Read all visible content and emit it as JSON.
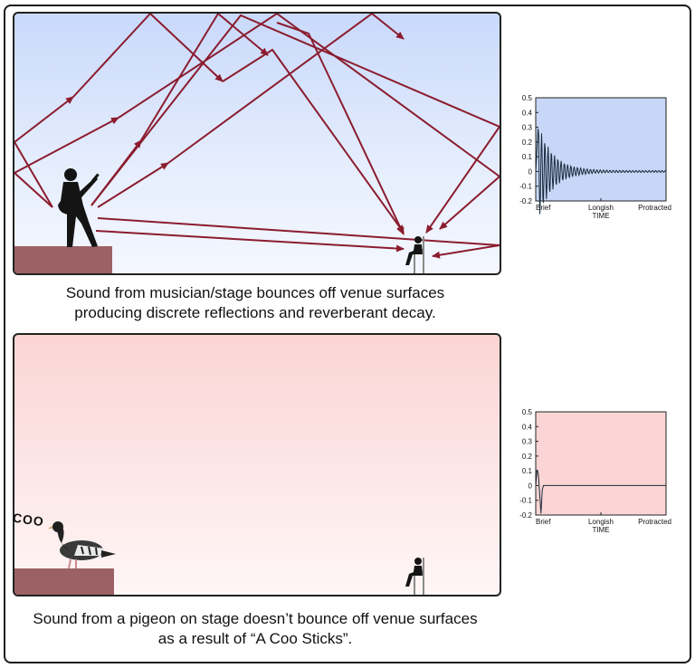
{
  "top": {
    "caption_line1": "Sound from musician/stage bounces off venue surfaces",
    "caption_line2": "producing discrete reflections and reverberant decay."
  },
  "bottom": {
    "caption_line1": "Sound from a pigeon on stage doesn’t bounce off venue surfaces",
    "caption_line2": "as a result of “A Coo Sticks”.",
    "coo_text": "COO"
  },
  "colors": {
    "arrow": "#8b1c2e",
    "stage": "#9b6164",
    "top_plot_bg": "#c8d7f7",
    "bottom_plot_bg": "#fbd5d5",
    "waveform": "#1a2a3a"
  },
  "chart_data": [
    {
      "type": "line",
      "title": "",
      "xlabel": "TIME",
      "ylabel": "",
      "xticks": [
        "Brief",
        "Longish",
        "Protracted"
      ],
      "yticks": [
        "0.5",
        "0.4",
        "0.3",
        "0.2",
        "0.1",
        "0",
        "-0.1",
        "-0.2"
      ],
      "ylim": [
        -0.2,
        0.5
      ],
      "xlim": [
        0,
        1
      ],
      "series": [
        {
          "x": [
            0.0,
            0.02,
            0.04,
            0.06,
            0.08,
            0.1,
            0.12,
            0.14,
            0.16,
            0.18,
            0.2,
            0.22,
            0.25,
            0.28,
            0.31,
            0.34,
            0.37,
            0.4,
            0.45,
            0.5,
            0.55,
            0.6,
            0.7,
            0.8,
            0.9,
            1.0
          ],
          "y": [
            0.0,
            0.32,
            -0.16,
            0.11,
            -0.13,
            0.09,
            -0.1,
            0.07,
            -0.08,
            0.06,
            -0.06,
            0.05,
            -0.04,
            0.04,
            -0.03,
            0.03,
            -0.025,
            0.02,
            -0.02,
            0.015,
            -0.015,
            0.012,
            -0.01,
            0.01,
            -0.008,
            0.006
          ]
        }
      ]
    },
    {
      "type": "line",
      "title": "",
      "xlabel": "TIME",
      "ylabel": "",
      "xticks": [
        "Brief",
        "Longish",
        "Protracted"
      ],
      "yticks": [
        "0.5",
        "0.4",
        "0.3",
        "0.2",
        "0.1",
        "0",
        "-0.1",
        "-0.2"
      ],
      "ylim": [
        -0.2,
        0.5
      ],
      "xlim": [
        0,
        1
      ],
      "series": [
        {
          "x": [
            0.0,
            0.01,
            0.02,
            0.03,
            0.04,
            0.05,
            0.06,
            1.0
          ],
          "y": [
            0.0,
            0.1,
            0.08,
            -0.05,
            -0.19,
            -0.03,
            0.0,
            0.0
          ]
        }
      ]
    }
  ]
}
